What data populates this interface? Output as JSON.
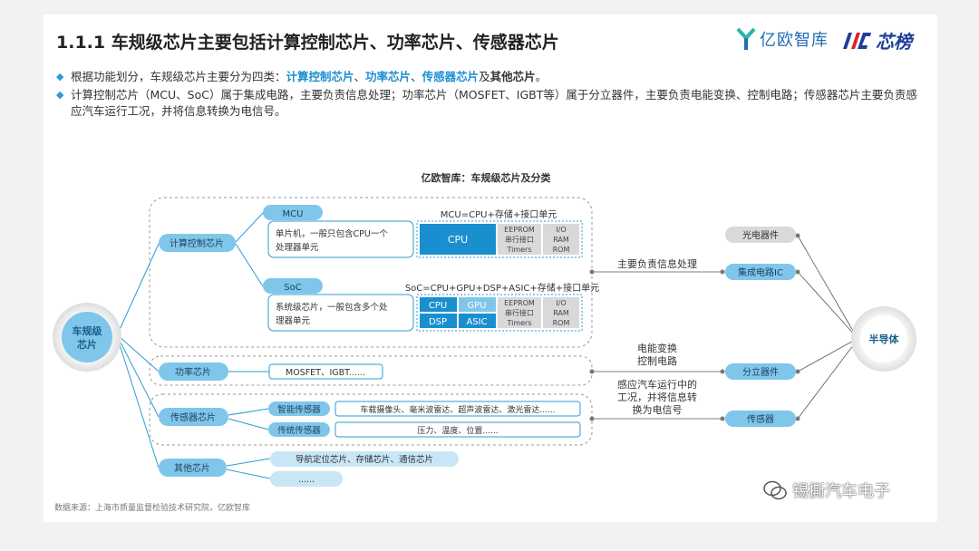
{
  "header": {
    "title": "1.1.1 车规级芯片主要包括计算控制芯片、功率芯片、传感器芯片",
    "logo1_text": "亿欧智库",
    "logo2_text": "芯榜"
  },
  "bullets": {
    "b1_pre": "根据功能划分，车规级芯片主要分为四类：",
    "b1_hl1": "计算控制芯片",
    "b1_sep1": "、",
    "b1_hl2": "功率芯片",
    "b1_sep2": "、",
    "b1_hl3": "传感器芯片",
    "b1_mid": "及",
    "b1_bold": "其他芯片",
    "b1_end": "。",
    "b2": "计算控制芯片（MCU、SoC）属于集成电路，主要负责信息处理；功率芯片（MOSFET、IGBT等）属于分立器件，主要负责电能变换、控制电路；传感器芯片主要负责感应汽车运行工况，并将信息转换为电信号。"
  },
  "diagram": {
    "title": "亿欧智库：车规级芯片及分类",
    "root": "车规级芯片",
    "root_line1": "车规级",
    "root_line2": "芯片",
    "right_root": "半导体",
    "cat_compute": "计算控制芯片",
    "cat_power": "功率芯片",
    "cat_sensor": "传感器芯片",
    "cat_other": "其他芯片",
    "mcu": {
      "label": "MCU",
      "desc_line1": "单片机，一般只包含CPU一个",
      "desc_line2": "处理器单元",
      "formula": "MCU=CPU+存储+接口单元",
      "cpu": "CPU",
      "mem": [
        "EEPROM",
        "串行接口",
        "Timers"
      ],
      "io": [
        "I/O",
        "RAM",
        "ROM"
      ]
    },
    "soc": {
      "label": "SoC",
      "desc_line1": "系统级芯片，一般包含多个处",
      "desc_line2": "理器单元",
      "formula": "SoC=CPU+GPU+DSP+ASIC+存储+接口单元",
      "units": [
        "CPU",
        "GPU",
        "DSP",
        "ASIC"
      ],
      "mem": [
        "EEPROM",
        "串行接口",
        "Timers"
      ],
      "io": [
        "I/O",
        "RAM",
        "ROM"
      ]
    },
    "power_items": "MOSFET、IGBT......",
    "sensor_smart": "智能传感器",
    "sensor_smart_items": "车载摄像头、毫米波雷达、超声波雷达、激光雷达......",
    "sensor_trad": "传统传感器",
    "sensor_trad_items": "压力、温度、位置......",
    "other_items1": "导航定位芯片、存储芯片、通信芯片",
    "other_items2": "......",
    "mid_label1": "主要负责信息处理",
    "mid_label2_line1": "电能变换",
    "mid_label2_line2": "控制电路",
    "mid_label3_line1": "感应汽车运行中的",
    "mid_label3_line2": "工况，并将信息转",
    "mid_label3_line3": "换为电信号",
    "right_items": [
      "光电器件",
      "集成电路IC",
      "分立器件",
      "传感器"
    ]
  },
  "source": "数据来源：上海市质量监督检验技术研究院，亿欧智库",
  "watermark": "锡撕汽车电子",
  "colors": {
    "accent": "#2e9bd6",
    "cpu_blue": "#1a8fd0",
    "pill": "#7fc6ea",
    "pill_light": "#c8e6f6",
    "grey_cell": "#d9d9d9"
  }
}
